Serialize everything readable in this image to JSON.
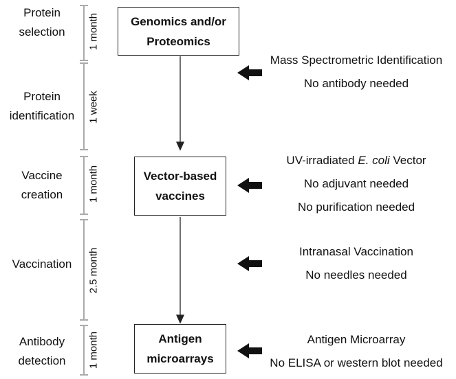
{
  "stages": [
    {
      "lines": [
        "Protein",
        "selection"
      ]
    },
    {
      "lines": [
        "Protein",
        "identification"
      ]
    },
    {
      "lines": [
        "Vaccine",
        "creation"
      ]
    },
    {
      "lines": [
        "Vaccination"
      ]
    },
    {
      "lines": [
        "Antibody",
        "detection"
      ]
    }
  ],
  "durations": [
    "1 month",
    "1 week",
    "1 month",
    "2.5 month",
    "1 month"
  ],
  "boxes": [
    {
      "lines": [
        "Genomics and/or",
        "Proteomics"
      ]
    },
    {
      "lines": [
        "Vector-based",
        "vaccines"
      ]
    },
    {
      "lines": [
        "Antigen",
        "microarrays"
      ]
    }
  ],
  "notes": [
    {
      "lines": [
        "Mass Spectrometric Identification",
        "No antibody needed"
      ]
    },
    {
      "lines": [
        "UV-irradiated E. coli Vector",
        "No adjuvant needed",
        "No purification needed"
      ],
      "italic": "E. coli"
    },
    {
      "lines": [
        "Intranasal Vaccination",
        "No needles needed"
      ]
    },
    {
      "lines": [
        "Antigen Microarray",
        "No ELISA or western blot needed"
      ]
    }
  ],
  "colors": {
    "line": "#222222",
    "text": "#111111",
    "tick": "#aaaaaa"
  }
}
